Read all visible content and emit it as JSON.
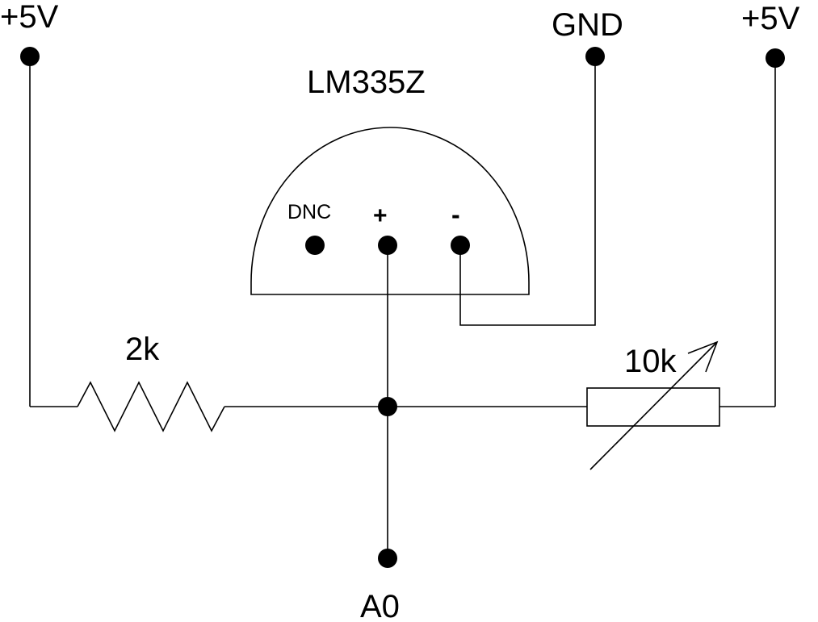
{
  "labels": {
    "left_supply": "+5V",
    "ground": "GND",
    "right_supply": "+5V",
    "sensor_part": "LM335Z",
    "pin_dnc": "DNC",
    "pin_plus": "+",
    "pin_minus": "-",
    "resistor": "2k",
    "potentiometer": "10k",
    "output": "A0"
  },
  "colors": {
    "ink": "#000000",
    "background": "#ffffff"
  }
}
